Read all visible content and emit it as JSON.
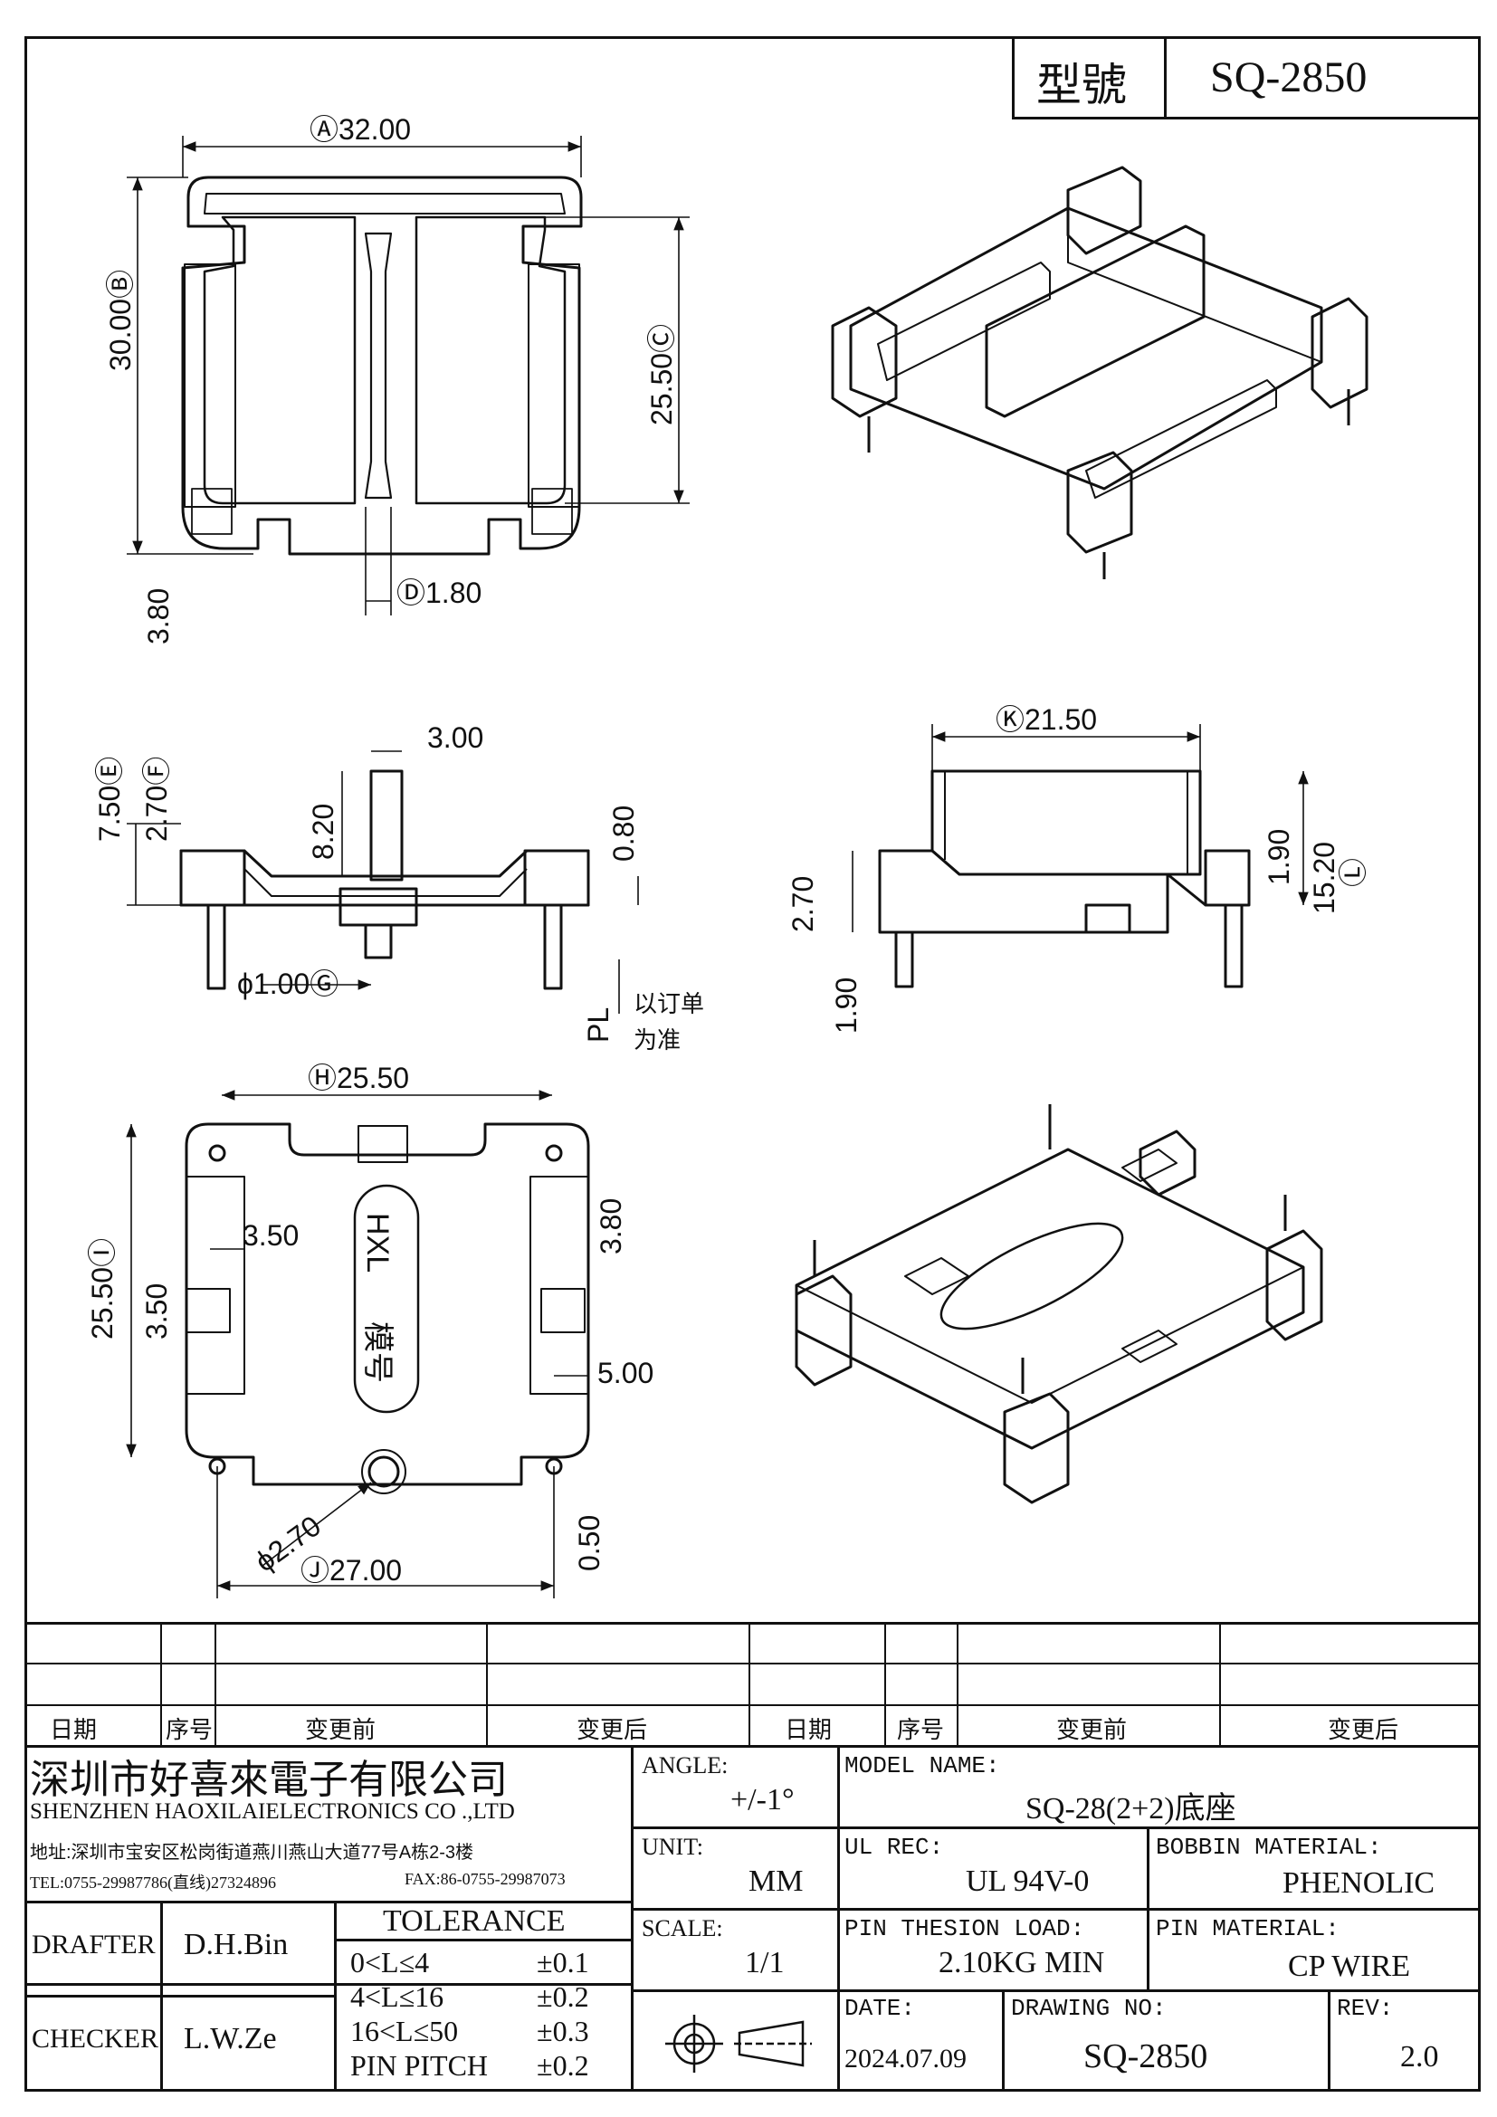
{
  "header": {
    "model_label": "型號",
    "model_no": "SQ-2850"
  },
  "dims": {
    "A": "Ⓐ32.00",
    "B": "30.00Ⓑ",
    "C": "25.50Ⓒ",
    "D": "Ⓓ1.80",
    "d380a": "3.80",
    "E": "7.50Ⓔ",
    "F": "2.70Ⓕ",
    "d300": "3.00",
    "d820": "8.20",
    "d080": "0.80",
    "G": "ϕ1.00Ⓖ",
    "PL": "PL",
    "pl_note1": "以订单",
    "pl_note2": "为准",
    "K": "Ⓚ21.50",
    "d190a": "1.90",
    "d1520": "15.20",
    "L": "Ⓛ",
    "d270a": "2.70",
    "d190b": "1.90",
    "H": "Ⓗ25.50",
    "I": "25.50Ⓘ",
    "d350a": "3.50",
    "d350b": "3.50",
    "d380b": "3.80",
    "d500": "5.00",
    "phi270": "ϕ2.70",
    "d050": "0.50",
    "J": "Ⓙ27.00",
    "logo": "HXL",
    "mark": "模号"
  },
  "revision": {
    "headers": [
      "日期",
      "序号",
      "变更前",
      "变更后",
      "日期",
      "序号",
      "变更前",
      "变更后"
    ]
  },
  "company": {
    "name_cn": "深圳市好喜來電子有限公司",
    "name_en": "SHENZHEN HAOXILAIELECTRONICS CO .,LTD",
    "address": "地址:深圳市宝安区松岗街道燕川燕山大道77号A栋2-3楼",
    "tel": "TEL:0755-29987786(直线)27324896",
    "fax": "FAX:86-0755-29987073"
  },
  "people": {
    "drafter_label": "DRAFTER",
    "drafter": "D.H.Bin",
    "checker_label": "CHECKER",
    "checker": "L.W.Ze"
  },
  "tolerance": {
    "title": "TOLERANCE",
    "rows": [
      {
        "range": "0<L≤4",
        "tol": "±0.1"
      },
      {
        "range": "4<L≤16",
        "tol": "±0.2"
      },
      {
        "range": "16<L≤50",
        "tol": "±0.3"
      },
      {
        "range": "PIN PITCH",
        "tol": "±0.2"
      }
    ]
  },
  "info": {
    "angle_label": "ANGLE:",
    "angle": "+/-1°",
    "unit_label": "UNIT:",
    "unit": "MM",
    "scale_label": "SCALE:",
    "scale": "1/1",
    "model_name_label": "MODEL NAME:",
    "model_name": "SQ-28(2+2)底座",
    "ul_label": "UL REC:",
    "ul": "UL 94V-0",
    "bobbin_label": "BOBBIN MATERIAL:",
    "bobbin": "PHENOLIC",
    "pin_load_label": "PIN THESION LOAD:",
    "pin_load": "2.10KG MIN",
    "pin_mat_label": "PIN MATERIAL:",
    "pin_mat": "CP  WIRE",
    "date_label": "DATE:",
    "date": "2024.07.09",
    "drawing_label": "DRAWING NO:",
    "drawing": "SQ-2850",
    "rev_label": "REV:",
    "rev": "2.0"
  }
}
